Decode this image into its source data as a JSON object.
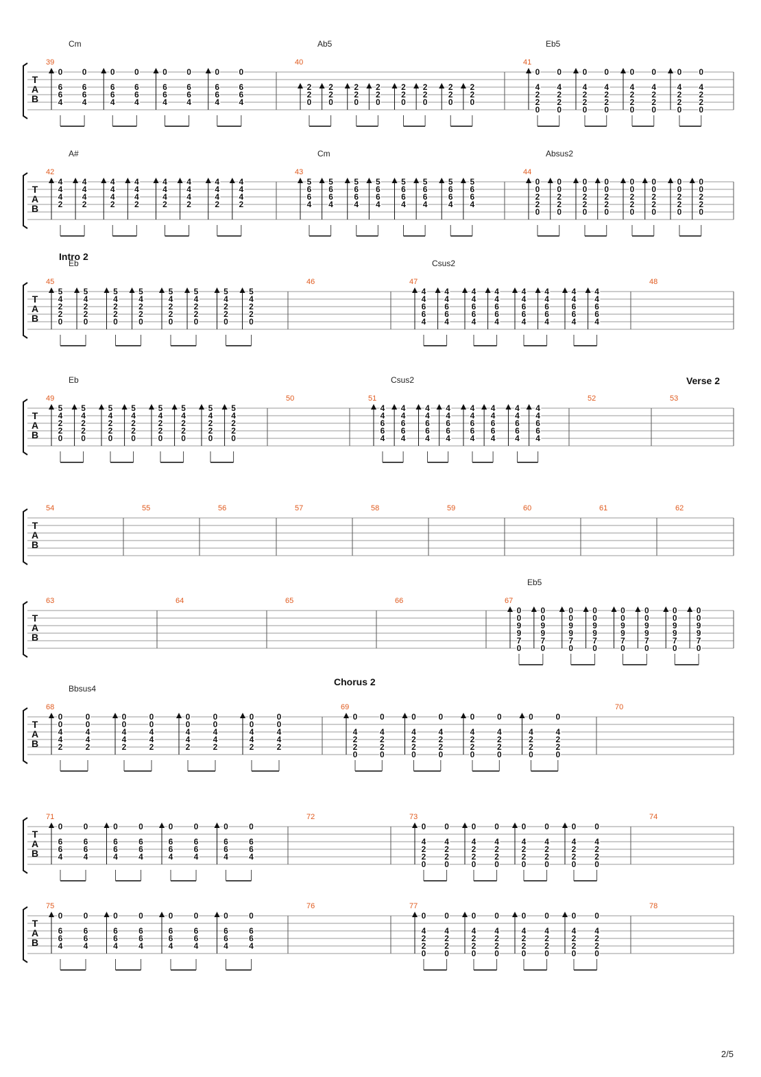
{
  "page_number": "2/5",
  "tab_letters": [
    "T",
    "A",
    "B"
  ],
  "colors": {
    "measure_number": "#e05a1e",
    "staff_line": "#9a9a9a",
    "ink": "#111111"
  },
  "systems": [
    {
      "measures": [
        {
          "number": "39",
          "chord": "Cm",
          "beats": 4,
          "pattern": "updown",
          "rows": [
            0,
            2,
            3,
            4
          ],
          "frets": [
            "0",
            "6",
            "6",
            "4"
          ]
        },
        {
          "number": "40",
          "chord": "Ab5",
          "beats": 4,
          "pattern": "up",
          "rows": [
            2,
            3,
            4
          ],
          "frets": [
            "2",
            "2",
            "0"
          ]
        },
        {
          "number": "41",
          "chord": "Eb5",
          "beats": 4,
          "pattern": "updown",
          "rows": [
            0,
            2,
            3,
            4,
            5
          ],
          "frets": [
            "0",
            "4",
            "2",
            "2",
            "0"
          ]
        }
      ]
    },
    {
      "measures": [
        {
          "number": "42",
          "chord": "A#",
          "beats": 4,
          "pattern": "up",
          "rows": [
            0,
            1,
            2,
            3
          ],
          "frets": [
            "4",
            "4",
            "4",
            "2"
          ]
        },
        {
          "number": "43",
          "chord": "Cm",
          "beats": 4,
          "pattern": "up",
          "rows": [
            0,
            1,
            2,
            3
          ],
          "frets": [
            "5",
            "6",
            "6",
            "4"
          ]
        },
        {
          "number": "44",
          "chord": "Absus2",
          "beats": 4,
          "pattern": "up",
          "rows": [
            0,
            1,
            2,
            3,
            4
          ],
          "frets": [
            "0",
            "0",
            "2",
            "2",
            "0"
          ]
        }
      ]
    },
    {
      "section": "Intro 2",
      "measures": [
        {
          "number": "45",
          "chord": "Eb",
          "beats": 4,
          "pattern": "up",
          "rows": [
            0,
            1,
            2,
            3,
            4
          ],
          "frets": [
            "5",
            "4",
            "2",
            "2",
            "0"
          ]
        },
        {
          "number": "46",
          "chord": "",
          "beats": 0
        },
        {
          "number": "47",
          "chord": "Csus2",
          "beats": 4,
          "pattern": "up",
          "rows": [
            0,
            1,
            2,
            3,
            4
          ],
          "frets": [
            "4",
            "4",
            "6",
            "6",
            "4"
          ]
        },
        {
          "number": "48",
          "chord": "",
          "beats": 0
        }
      ]
    },
    {
      "section_right": "Verse 2",
      "measures": [
        {
          "number": "49",
          "chord": "Eb",
          "beats": 4,
          "pattern": "up",
          "rows": [
            0,
            1,
            2,
            3,
            4
          ],
          "frets": [
            "5",
            "4",
            "2",
            "2",
            "0"
          ]
        },
        {
          "number": "50",
          "chord": "",
          "beats": 0
        },
        {
          "number": "51",
          "chord": "Csus2",
          "beats": 4,
          "pattern": "up",
          "rows": [
            0,
            1,
            2,
            3,
            4
          ],
          "frets": [
            "4",
            "4",
            "6",
            "6",
            "4"
          ]
        },
        {
          "number": "52",
          "chord": "",
          "beats": 0
        },
        {
          "number": "53",
          "chord": "",
          "beats": 0
        }
      ]
    },
    {
      "measures": [
        {
          "number": "54",
          "chord": "",
          "beats": 0
        },
        {
          "number": "55",
          "chord": "",
          "beats": 0
        },
        {
          "number": "56",
          "chord": "",
          "beats": 0
        },
        {
          "number": "57",
          "chord": "",
          "beats": 0
        },
        {
          "number": "58",
          "chord": "",
          "beats": 0
        },
        {
          "number": "59",
          "chord": "",
          "beats": 0
        },
        {
          "number": "60",
          "chord": "",
          "beats": 0
        },
        {
          "number": "61",
          "chord": "",
          "beats": 0
        },
        {
          "number": "62",
          "chord": "",
          "beats": 0
        }
      ]
    },
    {
      "measures": [
        {
          "number": "63",
          "chord": "",
          "beats": 0
        },
        {
          "number": "64",
          "chord": "",
          "beats": 0
        },
        {
          "number": "65",
          "chord": "",
          "beats": 0
        },
        {
          "number": "66",
          "chord": "",
          "beats": 0
        },
        {
          "number": "67",
          "chord": "Eb5",
          "beats": 4,
          "pattern": "up",
          "rows": [
            0,
            1,
            2,
            3,
            4,
            5
          ],
          "frets": [
            "0",
            "0",
            "9",
            "9",
            "7",
            "0"
          ]
        }
      ]
    },
    {
      "section": "Chorus 2",
      "measures": [
        {
          "number": "68",
          "chord": "Bbsus4",
          "beats": 4,
          "pattern": "updown",
          "rows": [
            0,
            1,
            2,
            3,
            4
          ],
          "frets": [
            "0",
            "0",
            "4",
            "4",
            "2"
          ]
        },
        {
          "number": "69",
          "chord": "",
          "beats": 4,
          "pattern": "updown",
          "rows": [
            0,
            2,
            3,
            4,
            5
          ],
          "frets": [
            "0",
            "4",
            "2",
            "2",
            "0"
          ]
        },
        {
          "number": "70",
          "chord": "",
          "beats": 0
        }
      ]
    },
    {
      "measures": [
        {
          "number": "71",
          "chord": "",
          "beats": 4,
          "pattern": "updown",
          "rows": [
            0,
            2,
            3,
            4
          ],
          "frets": [
            "0",
            "6",
            "6",
            "4"
          ]
        },
        {
          "number": "72",
          "chord": "",
          "beats": 0
        },
        {
          "number": "73",
          "chord": "",
          "beats": 4,
          "pattern": "updown",
          "rows": [
            0,
            2,
            3,
            4,
            5
          ],
          "frets": [
            "0",
            "4",
            "2",
            "2",
            "0"
          ]
        },
        {
          "number": "74",
          "chord": "",
          "beats": 0
        }
      ]
    },
    {
      "measures": [
        {
          "number": "75",
          "chord": "",
          "beats": 4,
          "pattern": "updown",
          "rows": [
            0,
            2,
            3,
            4
          ],
          "frets": [
            "0",
            "6",
            "6",
            "4"
          ]
        },
        {
          "number": "76",
          "chord": "",
          "beats": 0
        },
        {
          "number": "77",
          "chord": "",
          "beats": 4,
          "pattern": "updown",
          "rows": [
            0,
            2,
            3,
            4,
            5
          ],
          "frets": [
            "0",
            "4",
            "2",
            "2",
            "0"
          ]
        },
        {
          "number": "78",
          "chord": "",
          "beats": 0
        }
      ]
    }
  ]
}
